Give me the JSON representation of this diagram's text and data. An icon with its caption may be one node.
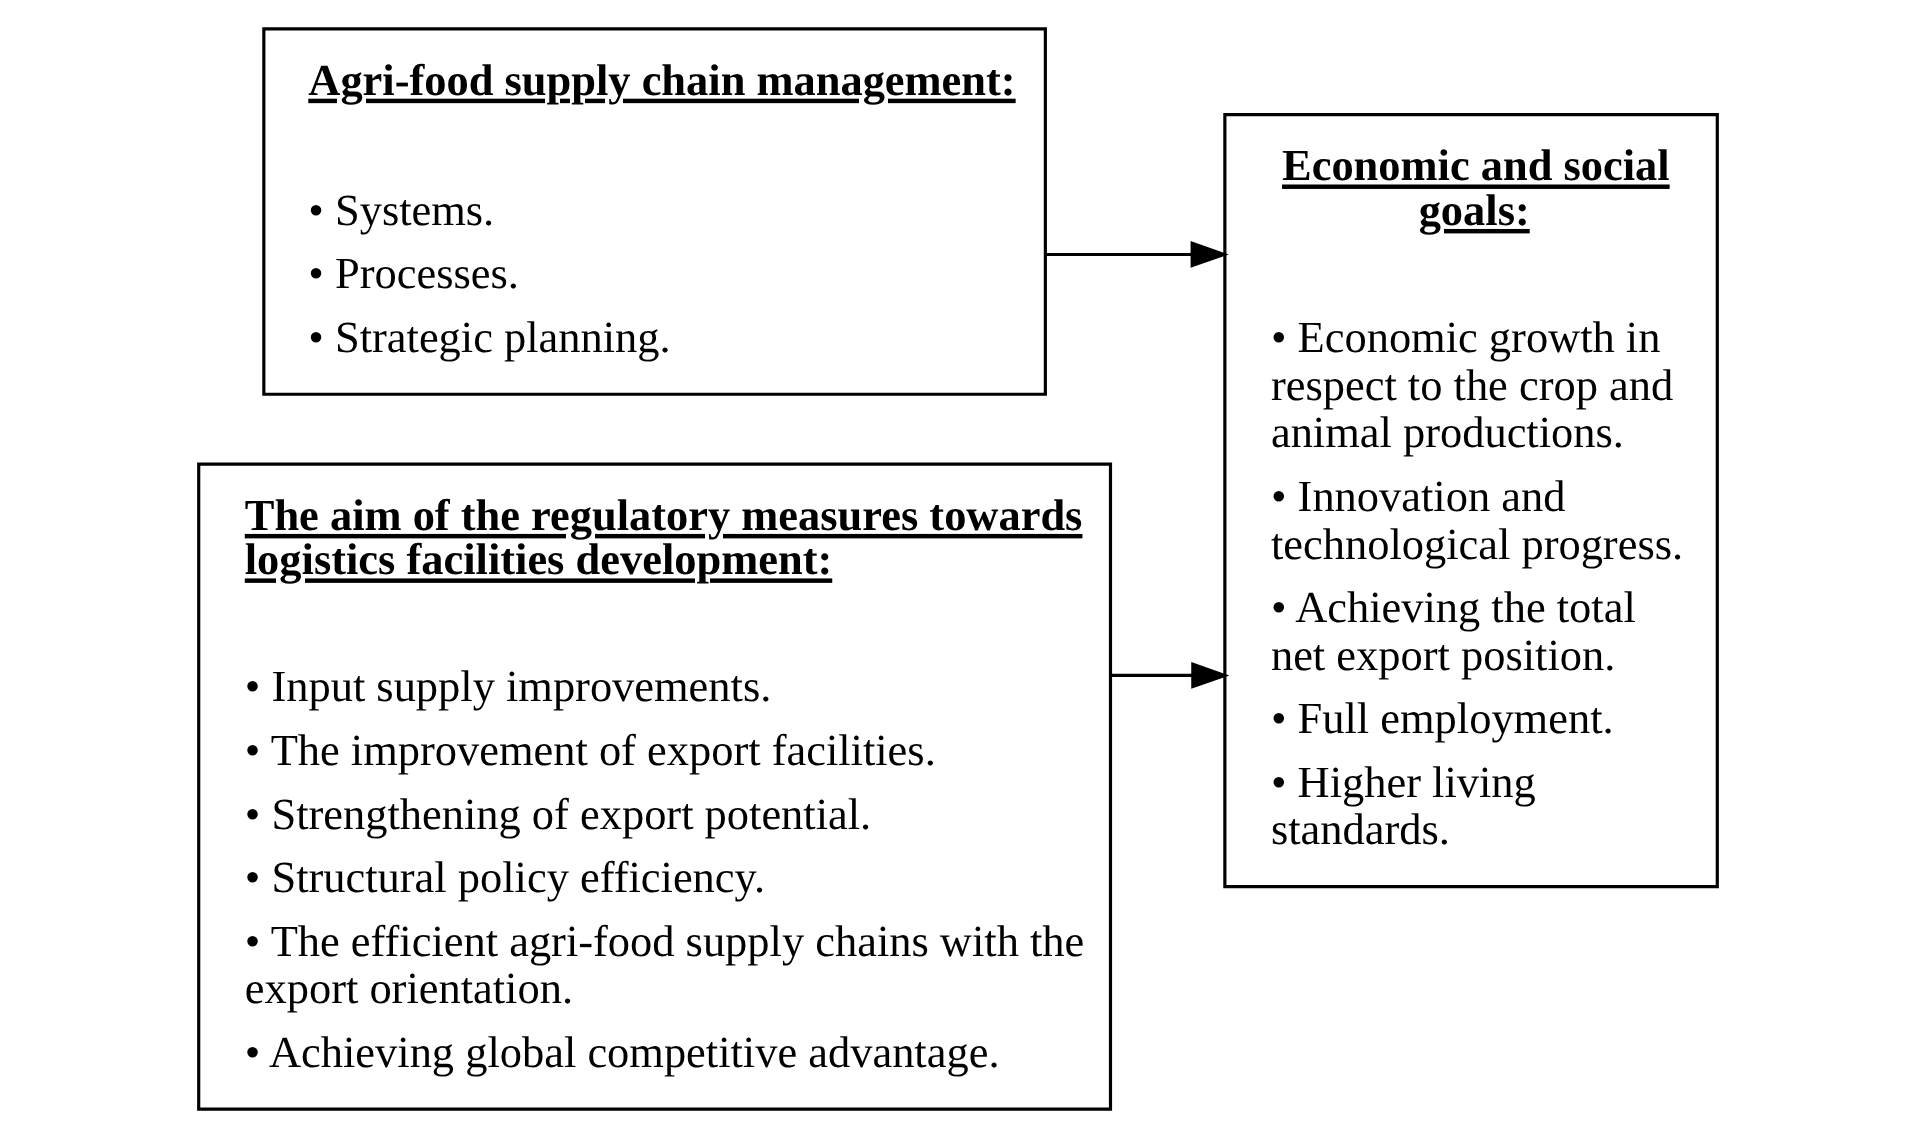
{
  "diagram": {
    "nodes": [
      {
        "text": [
          "Agri-food supply chain management:",
          "• Systems.",
          "• Processes.",
          "• Strategic planning."
        ]
      },
      {
        "text": [
          "The aim of the regulatory measures towards logistics facilities development:",
          "• Input supply improvements.",
          "• The improvement of export facilities.",
          "• Strengthening of export potential.",
          "• Structural policy efficiency.",
          "• The efficient agri-food supply chains with the export orientation.",
          "• Achieving global competitive advantage."
        ]
      },
      {
        "text": [
          "Economic and social goals:",
          "• Economic growth in respect to the crop and animal productions.",
          "• Innovation and technological progress.",
          "• Achieving the total net export position.",
          "• Full employment.",
          "• Higher living standards."
        ]
      }
    ],
    "edges": [
      {
        "from": 0,
        "to": 2,
        "arrow": "to"
      },
      {
        "from": 1,
        "to": 2,
        "arrow": "to"
      }
    ]
  }
}
